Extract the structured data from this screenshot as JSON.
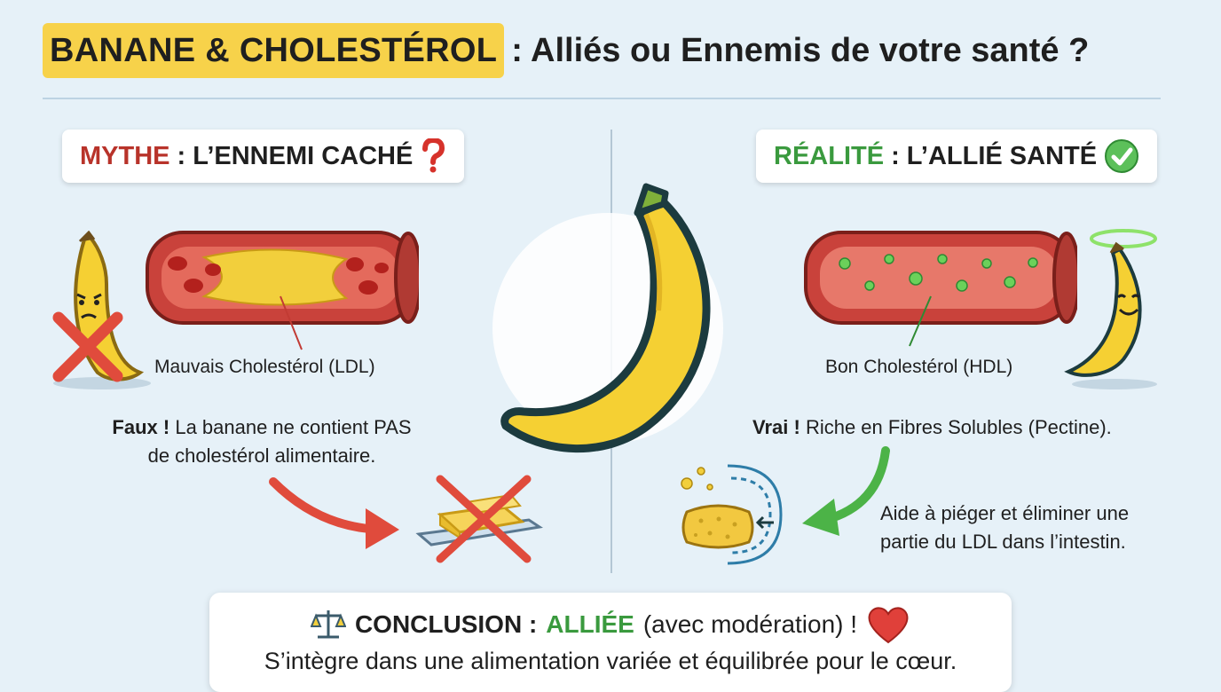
{
  "title": {
    "highlight": "BANANE & CHOLESTÉROL",
    "rest": ": Alliés ou Ennemis de votre santé ?"
  },
  "myth": {
    "keyword": "MYTHE",
    "rest": ": L’ENNEMI CACHÉ",
    "artery_label": "Mauvais Cholestérol (LDL)",
    "emphasis": "Faux !",
    "text_line1": "La banane ne contient PAS",
    "text_line2": "de cholestérol alimentaire."
  },
  "reality": {
    "keyword": "RÉALITÉ",
    "rest": ": L’ALLIÉ SANTÉ",
    "artery_label": "Bon Cholestérol (HDL)",
    "emphasis": "Vrai !",
    "text": "Riche en Fibres Solubles (Pectine).",
    "aid_line1": "Aide à piéger et éliminer une",
    "aid_line2": "partie du LDL dans l’intestin."
  },
  "conclusion": {
    "prefix": "CONCLUSION :",
    "highlight": "ALLIÉE",
    "suffix": "(avec modération) !",
    "line2": "S’intègre dans une alimentation variée et équilibrée pour le cœur."
  },
  "colors": {
    "highlight": "#f7d24a",
    "myth": "#b8332a",
    "reality": "#3a9a3e",
    "banana": "#f5d033",
    "artery": "#c9423b"
  },
  "icons": [
    "question-mark-icon",
    "check-circle-icon",
    "scale-icon",
    "heart-icon",
    "cross-icon",
    "arrow-icon"
  ]
}
